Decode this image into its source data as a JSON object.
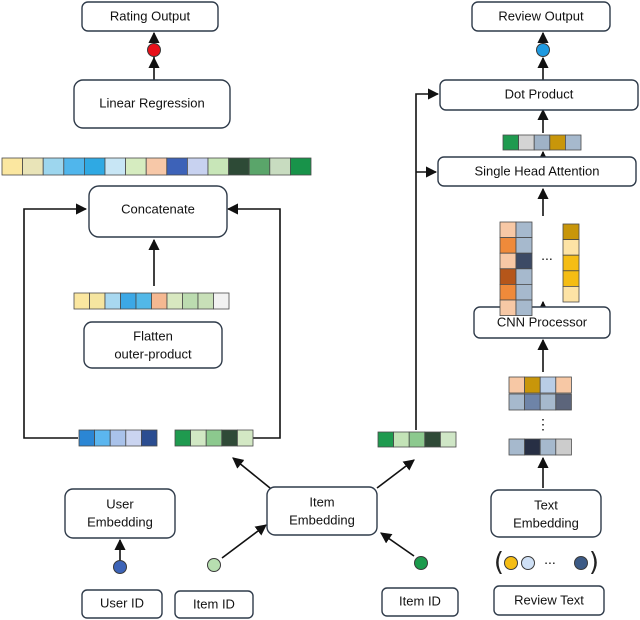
{
  "colors": {
    "red_output": "#e8101a",
    "blue_output": "#1f9ae0",
    "user_node": "#3d64b8",
    "item_node": "#b7deb0",
    "item_node_right": "#1b9a4c",
    "text_token_yellow": "#f5bd14",
    "text_token_light": "#cfe0f5",
    "text_token_dark": "#3c5a85"
  },
  "nodes": {
    "rating_output": "Rating Output",
    "review_output": "Review Output",
    "linear_regression": "Linear Regression",
    "dot_product": "Dot Product",
    "single_head_attention": "Single Head Attention",
    "concatenate": "Concatenate",
    "flatten_line1": "Flatten",
    "flatten_line2": "outer-product",
    "cnn_processor": "CNN Processor",
    "user_embedding_line1": "User",
    "user_embedding_line2": "Embedding",
    "item_embedding_line1": "Item",
    "item_embedding_line2": "Embedding",
    "text_embedding_line1": "Text",
    "text_embedding_line2": "Embedding",
    "user_id": "User ID",
    "item_id_left": "Item ID",
    "item_id_right": "Item ID",
    "review_text": "Review Text"
  },
  "symbols": {
    "ellipsis": "...",
    "vertical_ellipsis": "⋮",
    "bracket_left": "(",
    "bracket_right": ")"
  },
  "vectors": {
    "concat_vector": [
      "#fbe7a0",
      "#e9e4b8",
      "#9dd6ee",
      "#50b6ec",
      "#2fa9e3",
      "#c8e6f5",
      "#d6ecc0",
      "#f7c8a8",
      "#3d62b8",
      "#c8d2f0",
      "#c8e6b8",
      "#2d4a36",
      "#5aa56a",
      "#c8dcc0",
      "#18934a"
    ],
    "flatten_vector": [
      "#fbe7a0",
      "#f5e5a0",
      "#a8d8f0",
      "#3ca8e6",
      "#52b8e8",
      "#f5b891",
      "#d8e8c0",
      "#bcdcb0",
      "#c8e0b8",
      "#f2f2f2"
    ],
    "user_vector": [
      "#2b86d4",
      "#5bb6ef",
      "#a9c2ea",
      "#cad4f0",
      "#2b4d91"
    ],
    "item_vector_left": [
      "#1f9a4f",
      "#d1e8c4",
      "#8cc98e",
      "#2f4a37",
      "#d3e8c4"
    ],
    "item_vector_right": [
      "#1f9a4f",
      "#c3e3b7",
      "#8cc98e",
      "#2f4a37",
      "#cfe6c6"
    ],
    "attention_vector": [
      "#1f9a4f",
      "#d4d4d4",
      "#9fb2c6",
      "#c8960a",
      "#a6b9cd"
    ],
    "text_row_top": [
      "#f7c8a5",
      "#c8960a",
      "#b9cde6",
      "#f7c8a5"
    ],
    "text_row_mid": [
      "#a6b9cd",
      "#6e84a8",
      "#a6b9cd",
      "#5c657b"
    ],
    "text_row_bottom": [
      "#a6b9cd",
      "#272f44",
      "#a6b9cd",
      "#cccccc"
    ],
    "cnn_col1": [
      "#f7c8a5",
      "#ef8a3a",
      "#f7c8a5",
      "#b5561a",
      "#ef8a3a",
      "#f7c8a5"
    ],
    "cnn_col2": [
      "#a6b9cd",
      "#a6b9cd",
      "#3c4a65",
      "#a6b9cd",
      "#a6b9cd",
      "#a6b9cd"
    ],
    "cnn_col3": [
      "#c8960a",
      "#fde3a5",
      "#f5bd14",
      "#f5bd14",
      "#fde3a5"
    ]
  }
}
